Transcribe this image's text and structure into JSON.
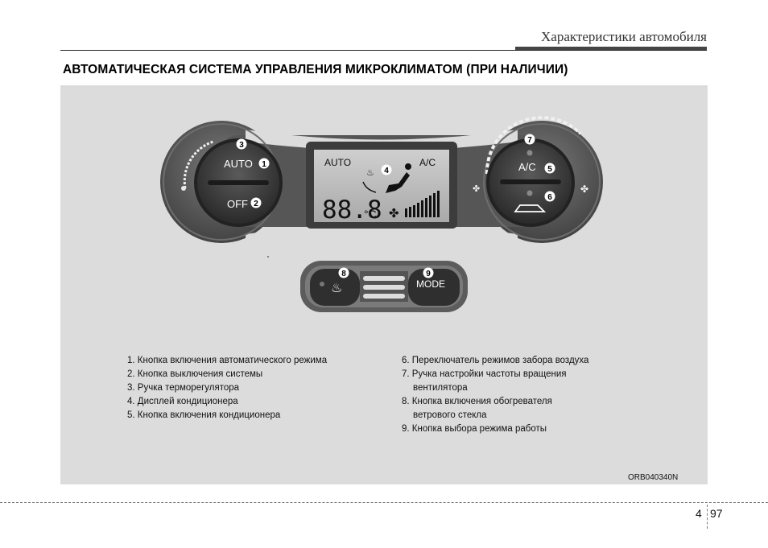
{
  "header": {
    "title": "Характеристики автомобиля"
  },
  "section": {
    "title": "АВТОМАТИЧЕСКАЯ СИСТЕМА УПРАВЛЕНИЯ МИКРОКЛИМАТОМ (ПРИ НАЛИЧИИ)"
  },
  "figure": {
    "left_knob": {
      "auto_label": "AUTO",
      "off_label": "OFF",
      "callouts": [
        "3",
        "1",
        "2"
      ]
    },
    "display": {
      "auto_label": "AUTO",
      "ac_label": "A/C",
      "temperature": "88.8",
      "unit": "°C",
      "callout": "4"
    },
    "right_knob": {
      "ac_label": "A/C",
      "callouts": [
        "7",
        "5",
        "6"
      ]
    },
    "bottom_panel": {
      "mode_label": "MODE",
      "callouts": [
        "8",
        "9"
      ]
    },
    "code": "ORB040340N"
  },
  "legend": {
    "left": [
      "1. Кнопка включения автоматического режима",
      "2. Кнопка выключения системы",
      "3. Ручка терморегулятора",
      "4. Дисплей кондиционера",
      "5. Кнопка включения кондиционера"
    ],
    "right": [
      {
        "line1": "6. Переключатель режимов забора воздуха"
      },
      {
        "line1": "7. Ручка настройки частоты вращения",
        "line2": "вентилятора"
      },
      {
        "line1": "8. Кнопка включения обогревателя",
        "line2": "ветрового стекла"
      },
      {
        "line1": "9. Кнопка выбора режима работы"
      }
    ]
  },
  "page": {
    "chapter": "4",
    "number": "97"
  },
  "colors": {
    "panel_bg": "#dcdcdc",
    "bezel": "#555555",
    "knob": "#3a3a3a",
    "lcd": "#bdbdbd"
  }
}
